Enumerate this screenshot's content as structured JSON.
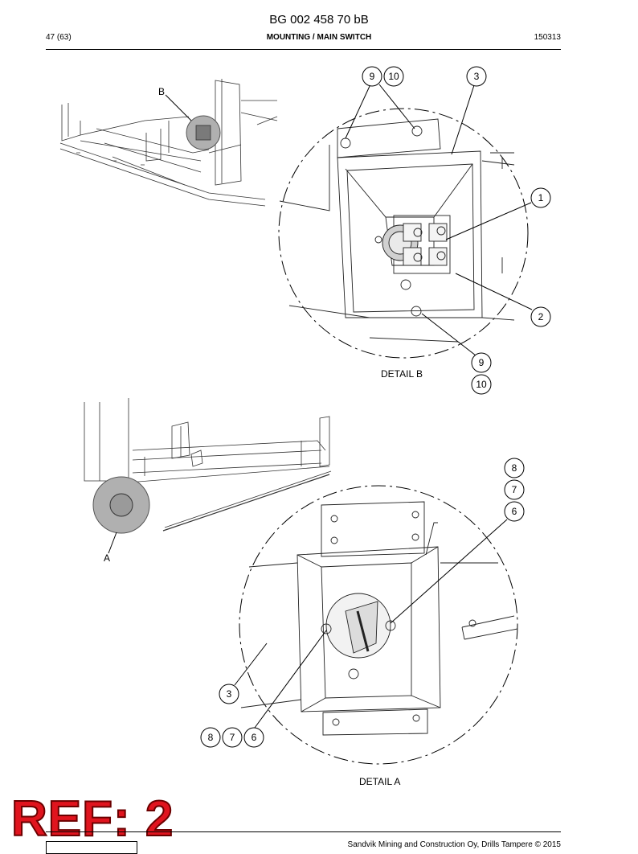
{
  "header": {
    "document_number": "BG 002 458 70 bB",
    "page": "47 (63)",
    "title": "MOUNTING / MAIN SWITCH",
    "date_code": "150313"
  },
  "detail_b": {
    "label": "DETAIL B",
    "view_marker": "B",
    "callouts": [
      "9",
      "10",
      "3",
      "1",
      "2",
      "9",
      "10"
    ]
  },
  "detail_a": {
    "label": "DETAIL A",
    "view_marker": "A",
    "callouts": [
      "8",
      "7",
      "6",
      "3",
      "8",
      "7",
      "6"
    ]
  },
  "stamp": "REF: 2",
  "footer": "Sandvik Mining and Construction Oy, Drills Tampere © 2015"
}
